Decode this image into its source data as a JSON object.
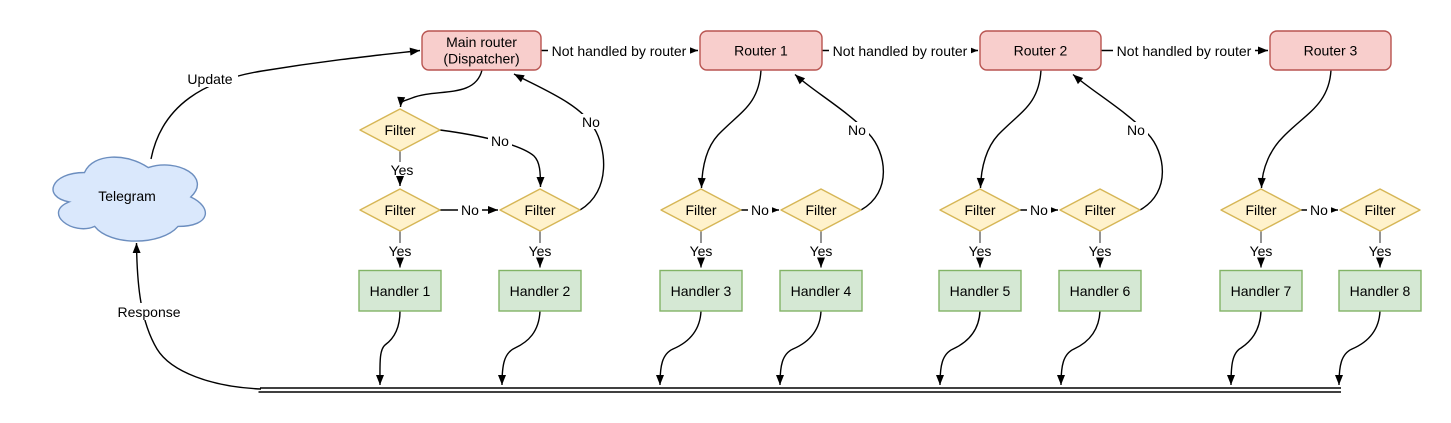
{
  "diagram": {
    "cloud": {
      "label": "Telegram"
    },
    "nodes": {
      "dispatcher": {
        "line1": "Main router",
        "line2": "(Dispatcher)"
      },
      "routers": [
        "Router 1",
        "Router 2",
        "Router 3"
      ],
      "filter_label": "Filter",
      "handlers": [
        "Handler 1",
        "Handler 2",
        "Handler 3",
        "Handler 4",
        "Handler 5",
        "Handler 6",
        "Handler 7",
        "Handler 8"
      ]
    },
    "edge_labels": {
      "update": "Update",
      "response": "Response",
      "not_handled": "Not handled by router",
      "yes": "Yes",
      "no": "No"
    },
    "colors": {
      "background": "#ffffff",
      "cloud_fill": "#dae8fc",
      "cloud_stroke": "#6c8ebf",
      "router_fill": "#f8cecc",
      "router_stroke": "#b85450",
      "filter_fill": "#fff2cc",
      "filter_stroke": "#d6b656",
      "handler_fill": "#d5e8d4",
      "handler_stroke": "#82b366",
      "edge": "#000000",
      "stub": "#666666",
      "label_bg": "#ffffff"
    }
  }
}
